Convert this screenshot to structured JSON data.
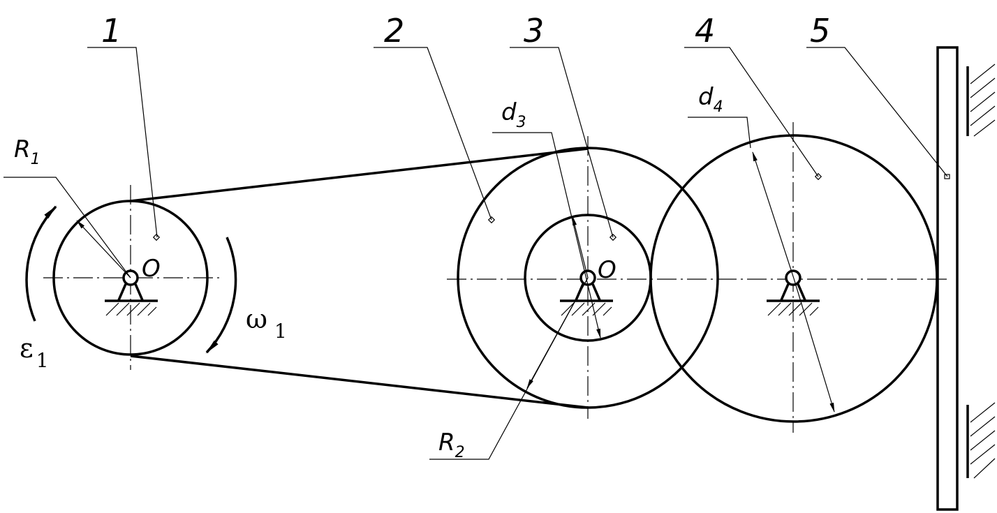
{
  "labels": {
    "part1": "1",
    "part2": "2",
    "part3": "3",
    "part4": "4",
    "part5": "5",
    "r1": "R",
    "r1_sub": "1",
    "r2": "R",
    "r2_sub": "2",
    "d3": "d",
    "d3_sub": "3",
    "d4": "d",
    "d4_sub": "4",
    "o1": "O",
    "o2": "O",
    "eps": "ε",
    "eps_sub": "1",
    "omega": "ω",
    "omega_sub": "1"
  }
}
